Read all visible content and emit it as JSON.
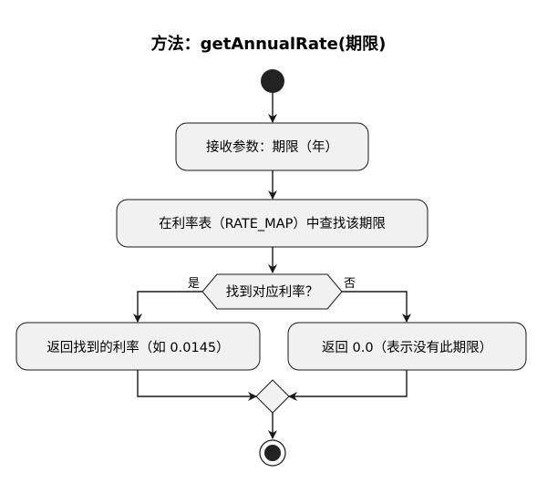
{
  "title": "方法：getAnnualRate(期限)",
  "diagram": {
    "steps": {
      "receive": "接收参数：期限（年）",
      "lookup": "在利率表（RATE_MAP）中查找该期限"
    },
    "decision": {
      "question": "找到对应利率？",
      "yes_label": "是",
      "no_label": "否"
    },
    "outcomes": {
      "found": "返回找到的利率（如 0.0145）",
      "not_found": "返回 0.0（表示没有此期限）"
    }
  },
  "colors": {
    "node_fill": "#f1f1f1",
    "node_stroke": "#181818",
    "start_fill": "#222222"
  }
}
